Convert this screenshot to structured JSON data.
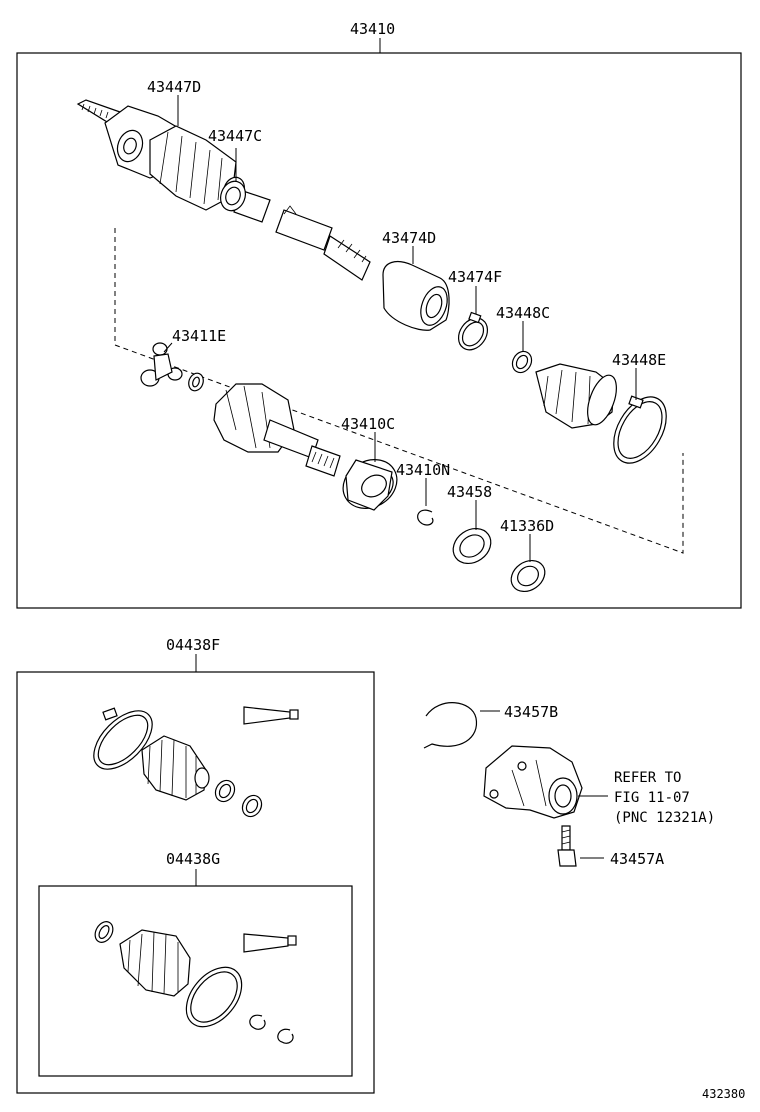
{
  "labels": {
    "assembly": "43410",
    "outer_joint": "43447D",
    "outer_clamp": "43447C",
    "damper": "43474D",
    "damper_clamp": "43474F",
    "inner_clamp_small": "43448C",
    "inner_boot_clamp": "43448E",
    "tripod": "43411E",
    "inner_joint": "43410C",
    "snap_ring": "43410N",
    "seal_a": "43458",
    "seal_b": "41336D",
    "kit_outer": "04438F",
    "kit_inner": "04438G",
    "bracket_ring": "43457B",
    "bracket_bolt": "43457A"
  },
  "note": {
    "line1": "REFER TO",
    "line2": "FIG 11-07",
    "line3": "(PNC 12321A)"
  },
  "figure_number": "432380"
}
